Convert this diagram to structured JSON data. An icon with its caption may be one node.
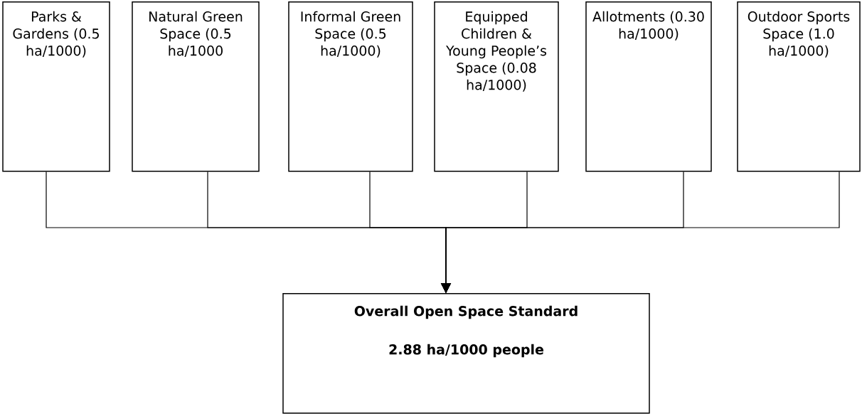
{
  "diagram": {
    "nodes": [
      {
        "text": [
          "Parks & Gardens (0.5 ha/1000)"
        ]
      },
      {
        "text": [
          "Natural Green Space (0.5 ha/1000"
        ]
      },
      {
        "text": [
          "Informal Green Space (0.5 ha/1000)"
        ]
      },
      {
        "text": [
          "Equipped Children & Young People’s Space (0.08 ha/1000)"
        ]
      },
      {
        "text": [
          "Allotments (0.30 ha/1000)"
        ]
      },
      {
        "text": [
          "Outdoor Sports Space (1.0 ha/1000)"
        ]
      },
      {
        "text": [
          "Overall Open Space Standard",
          "2.88 ha/1000 people"
        ]
      }
    ],
    "edges": [
      {
        "from": 0,
        "to": 6,
        "arrow": "to"
      },
      {
        "from": 1,
        "to": 6,
        "arrow": "to"
      },
      {
        "from": 2,
        "to": 6,
        "arrow": "to"
      },
      {
        "from": 3,
        "to": 6,
        "arrow": "to"
      },
      {
        "from": 4,
        "to": 6,
        "arrow": "to"
      },
      {
        "from": 5,
        "to": 6,
        "arrow": "to"
      }
    ]
  }
}
